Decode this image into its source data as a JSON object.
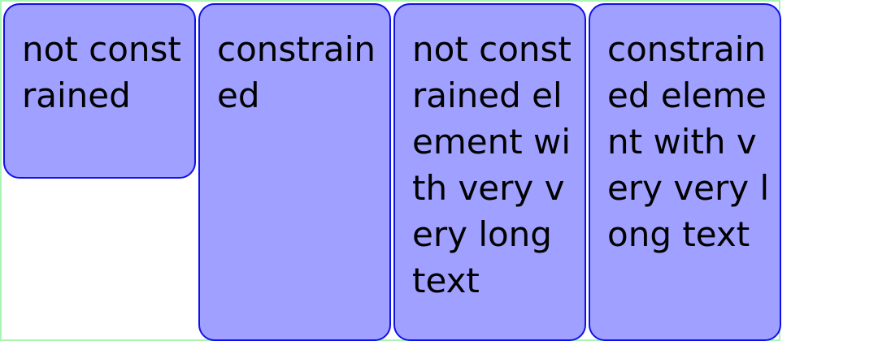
{
  "boxes": [
    {
      "text": "not constrained"
    },
    {
      "text": "constrained"
    },
    {
      "text": "not constrained element with very very long text"
    },
    {
      "text": "constrained element with very very long text"
    }
  ]
}
